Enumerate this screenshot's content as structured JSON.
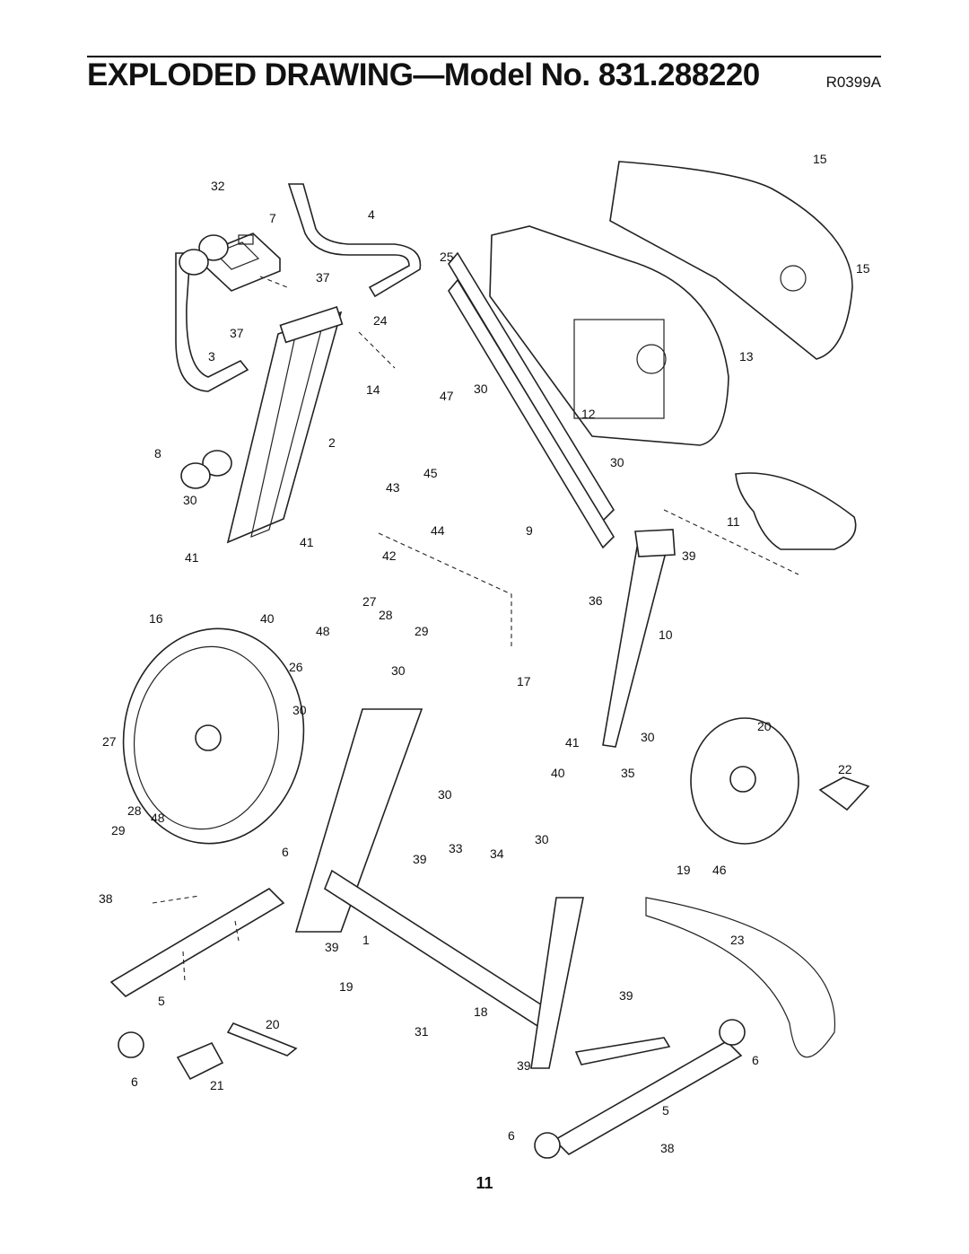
{
  "header": {
    "title": "EXPLODED DRAWING—Model No. 831.288220",
    "code": "R0399A"
  },
  "footer": {
    "page_number": "11"
  },
  "callouts": [
    {
      "n": "32"
    },
    {
      "n": "7"
    },
    {
      "n": "4"
    },
    {
      "n": "25"
    },
    {
      "n": "37"
    },
    {
      "n": "24"
    },
    {
      "n": "37"
    },
    {
      "n": "3"
    },
    {
      "n": "14"
    },
    {
      "n": "47"
    },
    {
      "n": "30"
    },
    {
      "n": "12"
    },
    {
      "n": "2"
    },
    {
      "n": "8"
    },
    {
      "n": "30"
    },
    {
      "n": "45"
    },
    {
      "n": "43"
    },
    {
      "n": "30"
    },
    {
      "n": "44"
    },
    {
      "n": "9"
    },
    {
      "n": "41"
    },
    {
      "n": "41"
    },
    {
      "n": "42"
    },
    {
      "n": "16"
    },
    {
      "n": "40"
    },
    {
      "n": "27"
    },
    {
      "n": "28"
    },
    {
      "n": "48"
    },
    {
      "n": "29"
    },
    {
      "n": "26"
    },
    {
      "n": "30"
    },
    {
      "n": "17"
    },
    {
      "n": "30"
    },
    {
      "n": "27"
    },
    {
      "n": "30"
    },
    {
      "n": "29"
    },
    {
      "n": "28"
    },
    {
      "n": "48"
    },
    {
      "n": "6"
    },
    {
      "n": "39"
    },
    {
      "n": "38"
    },
    {
      "n": "39"
    },
    {
      "n": "1"
    },
    {
      "n": "5"
    },
    {
      "n": "19"
    },
    {
      "n": "18"
    },
    {
      "n": "20"
    },
    {
      "n": "31"
    },
    {
      "n": "6"
    },
    {
      "n": "21"
    },
    {
      "n": "15"
    },
    {
      "n": "15"
    },
    {
      "n": "13"
    },
    {
      "n": "11"
    },
    {
      "n": "39"
    },
    {
      "n": "36"
    },
    {
      "n": "10"
    },
    {
      "n": "41"
    },
    {
      "n": "30"
    },
    {
      "n": "40"
    },
    {
      "n": "35"
    },
    {
      "n": "20"
    },
    {
      "n": "22"
    },
    {
      "n": "33"
    },
    {
      "n": "34"
    },
    {
      "n": "30"
    },
    {
      "n": "19"
    },
    {
      "n": "46"
    },
    {
      "n": "23"
    },
    {
      "n": "39"
    },
    {
      "n": "39"
    },
    {
      "n": "6"
    },
    {
      "n": "5"
    },
    {
      "n": "6"
    },
    {
      "n": "38"
    }
  ]
}
